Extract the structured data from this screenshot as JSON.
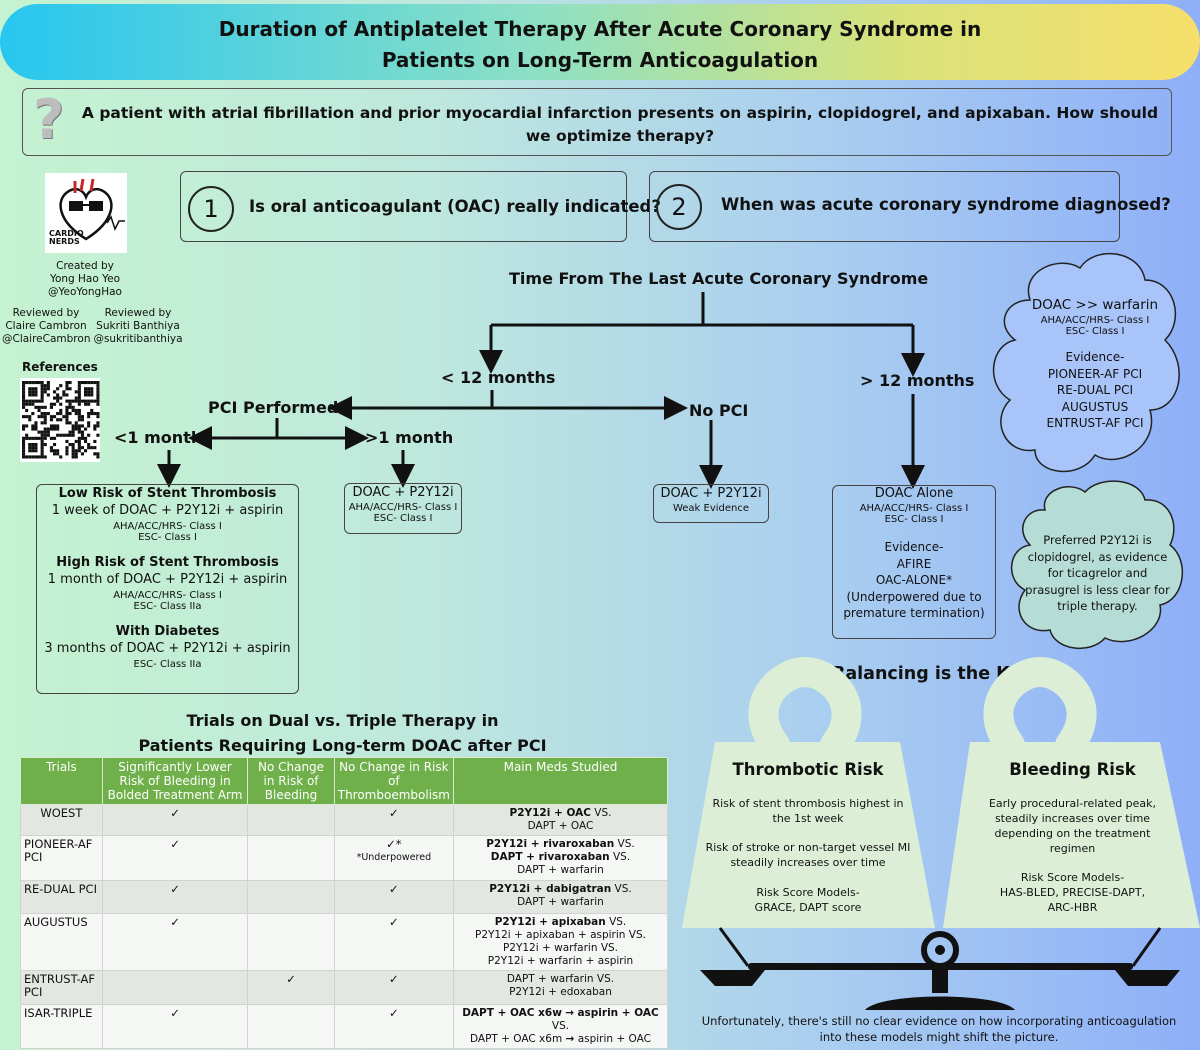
{
  "header": {
    "title_line1": "Duration of Antiplatelet Therapy After Acute Coronary Syndrome in",
    "title_line2": "Patients on Long-Term Anticoagulation"
  },
  "question": {
    "icon": "question-mark-icon",
    "text": "A patient with atrial fibrillation and prior myocardial infarction presents on aspirin, clopidogrel, and apixaban. How should we optimize therapy?"
  },
  "logo": {
    "line1": "CARDIO",
    "line2": "NERDS"
  },
  "credits": {
    "created_by_label": "Created by",
    "creator_name": "Yong Hao Yeo",
    "creator_handle": "@YeoYongHao",
    "reviewer1_label": "Reviewed by",
    "reviewer1_name": "Claire Cambron",
    "reviewer1_handle": "@ClaireCambron",
    "reviewer2_label": "Reviewed by",
    "reviewer2_name": "Sukriti Banthiya",
    "reviewer2_handle": "@sukritibanthiya",
    "references_label": "References"
  },
  "steps": [
    {
      "num": "1",
      "text": "Is oral anticoagulant (OAC) really indicated?"
    },
    {
      "num": "2",
      "text": "When was acute coronary syndrome diagnosed?"
    }
  ],
  "flow": {
    "root": "Time From The Last Acute Coronary Syndrome",
    "lt12": "< 12 months",
    "gt12": "> 12 months",
    "pci": "PCI Performed",
    "nopci": "No PCI",
    "lt1": "<1 month",
    "gt1": ">1 month",
    "box_lt1": {
      "h1": "Low Risk of Stent Thrombosis",
      "t1": "1 week of DOAC + P2Y12i + aspirin",
      "c1a": "AHA/ACC/HRS- Class I",
      "c1b": "ESC- Class I",
      "h2": "High Risk of Stent Thrombosis",
      "t2": "1 month of DOAC + P2Y12i + aspirin",
      "c2a": "AHA/ACC/HRS- Class I",
      "c2b": "ESC- Class IIa",
      "h3": "With Diabetes",
      "t3": "3 months of DOAC + P2Y12i + aspirin",
      "c3": "ESC- Class IIa"
    },
    "box_gt1": {
      "t": "DOAC + P2Y12i",
      "c1": "AHA/ACC/HRS- Class I",
      "c2": "ESC- Class I"
    },
    "box_nopci": {
      "t": "DOAC + P2Y12i",
      "c": "Weak Evidence"
    },
    "box_gt12": {
      "t": "DOAC Alone",
      "c1": "AHA/ACC/HRS- Class I",
      "c2": "ESC- Class I",
      "e1": "Evidence-",
      "e2": "AFIRE",
      "e3": "OAC-ALONE*",
      "e4": "(Underpowered due to",
      "e5": "premature termination)"
    }
  },
  "cloud1": {
    "l1": "DOAC >> warfarin",
    "l2": "AHA/ACC/HRS- Class I",
    "l3": "ESC- Class I",
    "l4": "Evidence-",
    "l5": "PIONEER-AF PCI",
    "l6": "RE-DUAL PCI",
    "l7": "AUGUSTUS",
    "l8": "ENTRUST-AF PCI"
  },
  "cloud2": {
    "l1": "Preferred P2Y12i is",
    "l2": "clopidogrel, as evidence",
    "l3": "for ticagrelor and",
    "l4": "prasugrel is less clear for",
    "l5": "triple therapy."
  },
  "trials": {
    "title_line1": "Trials on Dual vs. Triple Therapy in",
    "title_line2": "Patients Requiring Long-term DOAC after PCI",
    "headers": [
      "Trials",
      "Significantly Lower Risk of Bleeding in Bolded Treatment Arm",
      "No Change in Risk of Bleeding",
      "No Change in Risk of Thromboembolism",
      "Main Meds Studied"
    ],
    "check": "✓",
    "check_star": "✓*",
    "underpowered": "*Underpowered",
    "arrow": "→",
    "rows": [
      {
        "name": "WOEST",
        "m1": "P2Y12i + OAC",
        "m1s": " VS.",
        "m2": "DAPT + OAC"
      },
      {
        "name": "PIONEER-AF PCI",
        "m1": "P2Y12i + rivaroxaban",
        "m1s": " VS.",
        "m2": "DAPT + rivaroxaban",
        "m2s": " VS.",
        "m3": "DAPT + warfarin"
      },
      {
        "name": "RE-DUAL PCI",
        "m1": "P2Y12i + dabigatran",
        "m1s": " VS.",
        "m2": "DAPT + warfarin"
      },
      {
        "name": "AUGUSTUS",
        "m1": "P2Y12i + apixaban",
        "m1s": " VS.",
        "m2": "P2Y12i + apixaban + aspirin VS.",
        "m3": "P2Y12i + warfarin VS.",
        "m4": "P2Y12i + warfarin + aspirin"
      },
      {
        "name": "ENTRUST-AF PCI",
        "m1": "DAPT + warfarin VS.",
        "m2": "P2Y12i + edoxaban"
      },
      {
        "name": "ISAR-TRIPLE",
        "m1a": "DAPT + OAC x6w",
        "m1b": "aspirin + OAC",
        "m1s": " VS.",
        "m2a": "DAPT + OAC x6m",
        "m2b": "aspirin + OAC"
      }
    ]
  },
  "balance": {
    "title": "Balancing is the KEY!",
    "left": {
      "title": "Thrombotic Risk",
      "p1": "Risk of stent thrombosis highest in the 1st week",
      "p2": "Risk of stroke or non-target vessel MI steadily increases over time",
      "p3": "Risk Score Models-",
      "p4": "GRACE, DAPT score"
    },
    "right": {
      "title": "Bleeding Risk",
      "p1": "Early procedural-related peak, steadily increases over time depending on the treatment regimen",
      "p3": "Risk Score Models-",
      "p4": "HAS-BLED, PRECISE-DAPT,",
      "p5": "ARC-HBR"
    },
    "footer": "Unfortunately, there's still no clear evidence on how incorporating anticoagulation into these models might shift the picture."
  }
}
